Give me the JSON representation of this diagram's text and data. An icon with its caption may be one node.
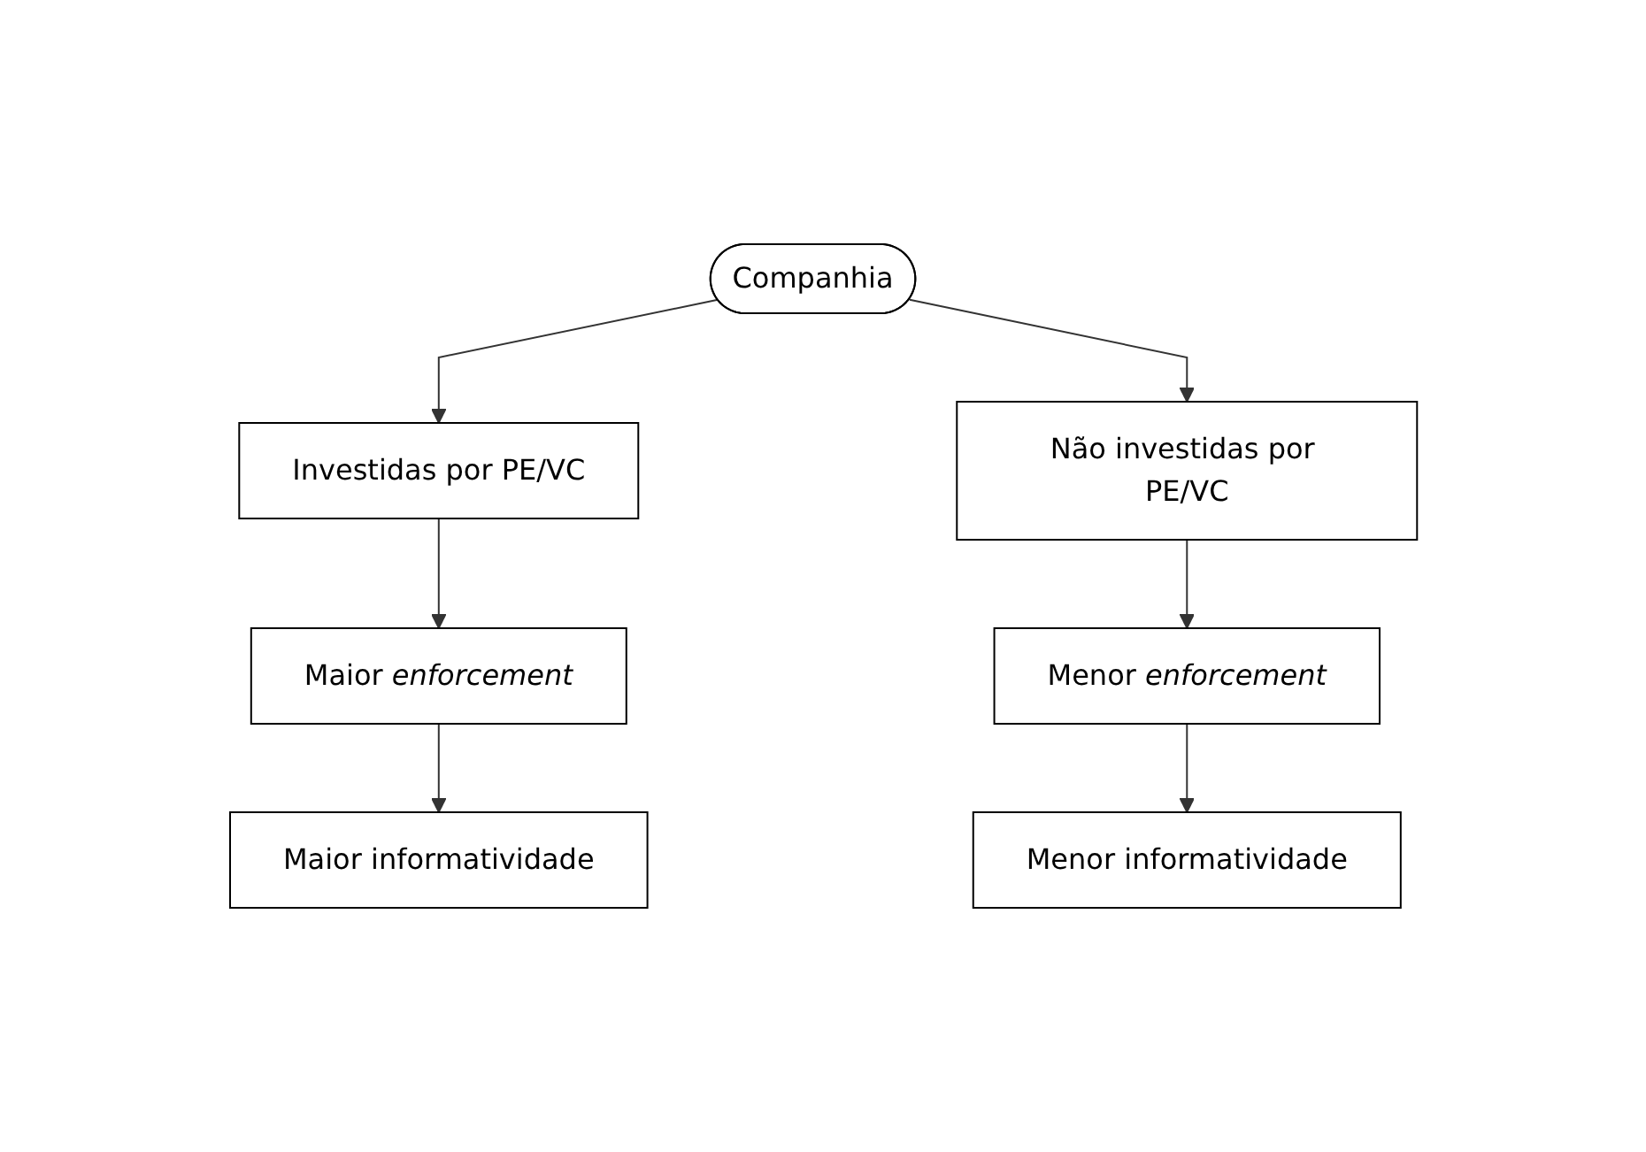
{
  "diagram": {
    "nodes": [
      {
        "text": [
          "Companhia"
        ]
      },
      {
        "text": [
          "Investidas por PE/VC"
        ]
      },
      {
        "text": [
          "Maior *enforcement*"
        ]
      },
      {
        "text": [
          "Maior informatividade"
        ]
      },
      {
        "text": [
          "Não investidas por PE/VC"
        ]
      },
      {
        "text": [
          "Menor *enforcement*"
        ]
      },
      {
        "text": [
          "Menor informatividade"
        ]
      }
    ],
    "edges": [
      {
        "from": 0,
        "to": 1,
        "arrow": "to"
      },
      {
        "from": 1,
        "to": 2,
        "arrow": "to"
      },
      {
        "from": 2,
        "to": 3,
        "arrow": "to"
      },
      {
        "from": 0,
        "to": 4,
        "arrow": "to"
      },
      {
        "from": 4,
        "to": 5,
        "arrow": "to"
      },
      {
        "from": 5,
        "to": 6,
        "arrow": "to"
      }
    ]
  }
}
